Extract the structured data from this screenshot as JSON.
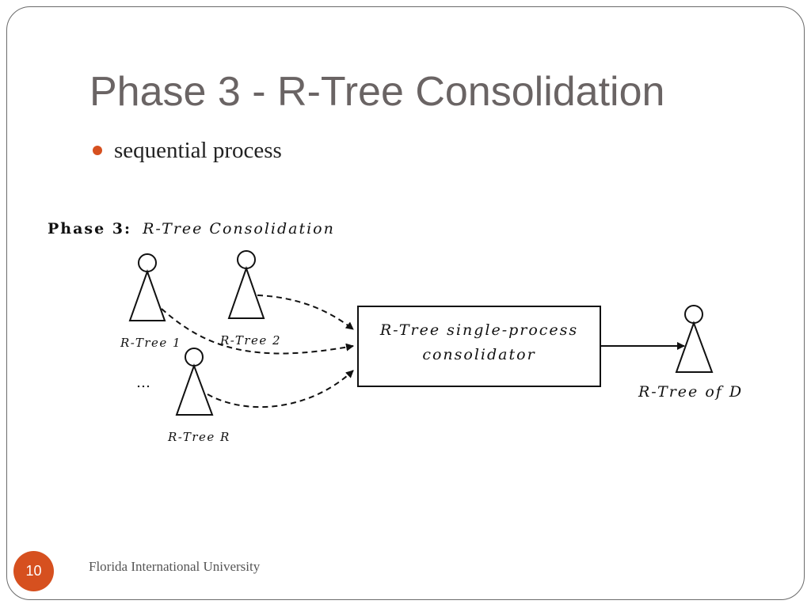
{
  "slide": {
    "title": "Phase 3 - R-Tree Consolidation",
    "bullets": [
      "sequential process"
    ],
    "page_number": "10",
    "footer": "Florida International University",
    "accent_color": "#d6501f",
    "title_color": "#6a6464"
  },
  "diagram": {
    "heading_bold": "Phase 3:",
    "heading_italic": "R-Tree Consolidation",
    "inputs": [
      {
        "label": "R-Tree 1",
        "icon": "tree-icon"
      },
      {
        "label": "R-Tree 2",
        "icon": "tree-icon"
      },
      {
        "label": "R-Tree R",
        "icon": "tree-icon"
      }
    ],
    "ellipsis": "…",
    "process_box": {
      "line1": "R-Tree single-process",
      "line2": "consolidator"
    },
    "output": {
      "label": "R-Tree of D",
      "icon": "tree-icon"
    },
    "edges": [
      {
        "from": "R-Tree 1",
        "to": "R-Tree single-process consolidator",
        "style": "dashed"
      },
      {
        "from": "R-Tree 2",
        "to": "R-Tree single-process consolidator",
        "style": "dashed"
      },
      {
        "from": "R-Tree R",
        "to": "R-Tree single-process consolidator",
        "style": "dashed"
      },
      {
        "from": "R-Tree single-process consolidator",
        "to": "R-Tree of D",
        "style": "solid"
      }
    ]
  }
}
